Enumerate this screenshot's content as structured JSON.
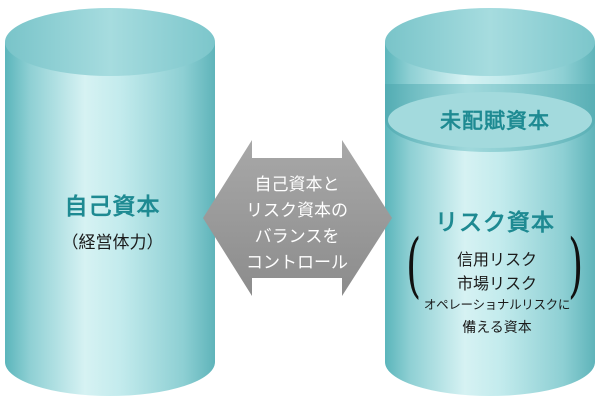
{
  "left_cylinder": {
    "title": "自己資本",
    "subtitle": "（経営体力）",
    "colors": {
      "body": "#a9dde0",
      "top": "#8bd0d4"
    }
  },
  "center_arrow": {
    "lines": [
      "自己資本と",
      "リスク資本の",
      "バランスを",
      "コントロール"
    ],
    "color": "#9a9a9a"
  },
  "right_cylinder": {
    "unallocated_label": "未配賦資本",
    "title": "リスク資本",
    "items": [
      "信用リスク",
      "市場リスク",
      "オペレーショナルリスクに",
      "備える資本"
    ],
    "colors": {
      "body": "#a9dde0",
      "band": "#7cc7cc",
      "top": "#8bd0d4"
    }
  },
  "accent_color": "#1e8a92"
}
